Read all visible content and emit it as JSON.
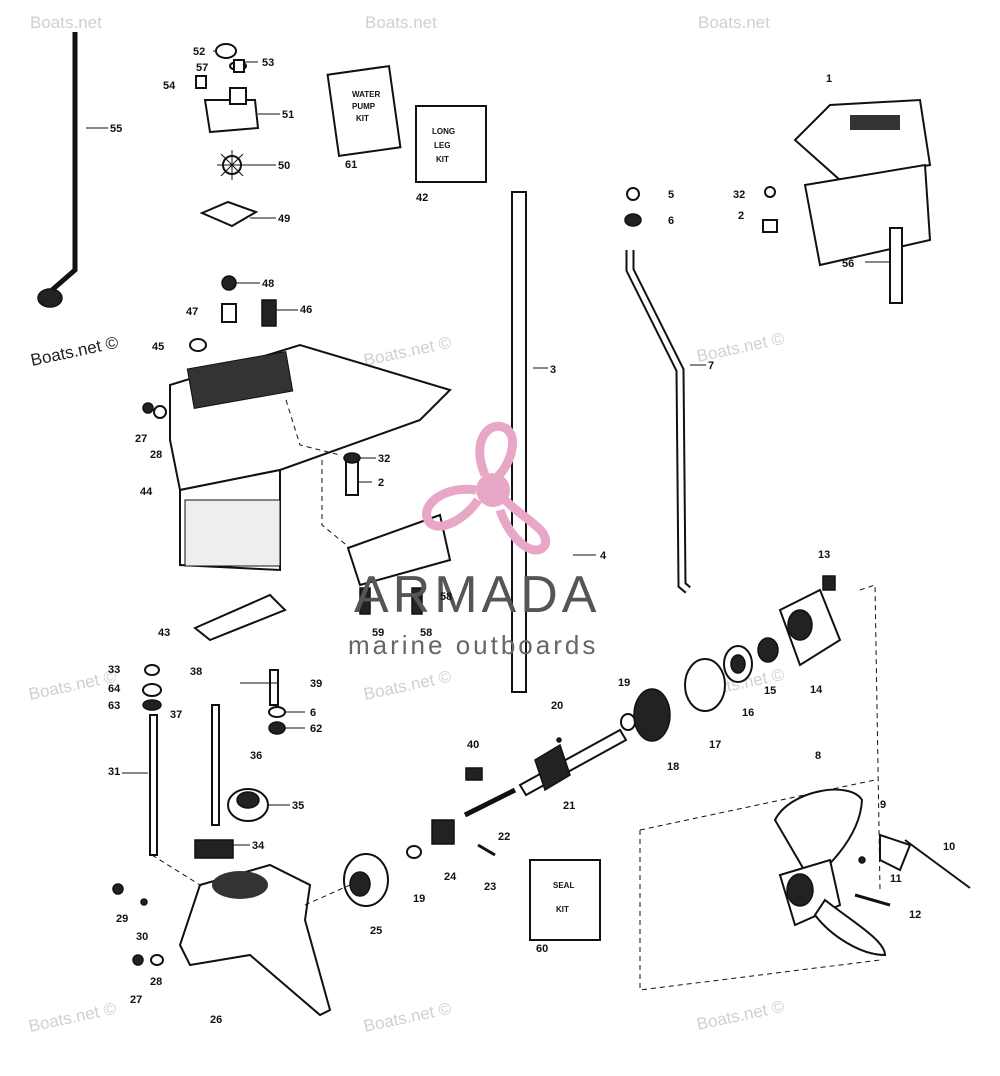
{
  "watermarks": [
    "Boats.net",
    "Boats.net",
    "Boats.net",
    "Boats.net ©",
    "Boats.net ©",
    "Boats.net ©",
    "Boats.net ©",
    "Boats.net ©",
    "Boats.net ©",
    "Boats.net ©",
    "Boats.net ©",
    "Boats.net ©"
  ],
  "logo": {
    "name": "ARMADA",
    "tagline": "marine outboards",
    "accent_color": "#e8a7c6"
  },
  "kits": {
    "water_pump": [
      "WATER",
      "PUMP",
      "KIT"
    ],
    "long_leg": [
      "LONG",
      "LEG",
      "KIT"
    ],
    "seal": [
      "SEAL",
      "KIT"
    ]
  },
  "callouts": [
    {
      "n": "52"
    },
    {
      "n": "57"
    },
    {
      "n": "53"
    },
    {
      "n": "54"
    },
    {
      "n": "51"
    },
    {
      "n": "50"
    },
    {
      "n": "49"
    },
    {
      "n": "48"
    },
    {
      "n": "47"
    },
    {
      "n": "46"
    },
    {
      "n": "45"
    },
    {
      "n": "55"
    },
    {
      "n": "61"
    },
    {
      "n": "42"
    },
    {
      "n": "1"
    },
    {
      "n": "32"
    },
    {
      "n": "2"
    },
    {
      "n": "5"
    },
    {
      "n": "6"
    },
    {
      "n": "56"
    },
    {
      "n": "3"
    },
    {
      "n": "7"
    },
    {
      "n": "27"
    },
    {
      "n": "28"
    },
    {
      "n": "44"
    },
    {
      "n": "32"
    },
    {
      "n": "2"
    },
    {
      "n": "4"
    },
    {
      "n": "58"
    },
    {
      "n": "59"
    },
    {
      "n": "58"
    },
    {
      "n": "43"
    },
    {
      "n": "13"
    },
    {
      "n": "33"
    },
    {
      "n": "38"
    },
    {
      "n": "64"
    },
    {
      "n": "63"
    },
    {
      "n": "37"
    },
    {
      "n": "39"
    },
    {
      "n": "6"
    },
    {
      "n": "62"
    },
    {
      "n": "19"
    },
    {
      "n": "14"
    },
    {
      "n": "15"
    },
    {
      "n": "16"
    },
    {
      "n": "17"
    },
    {
      "n": "20"
    },
    {
      "n": "18"
    },
    {
      "n": "40"
    },
    {
      "n": "31"
    },
    {
      "n": "36"
    },
    {
      "n": "21"
    },
    {
      "n": "35"
    },
    {
      "n": "8"
    },
    {
      "n": "22"
    },
    {
      "n": "34"
    },
    {
      "n": "9"
    },
    {
      "n": "10"
    },
    {
      "n": "24"
    },
    {
      "n": "19"
    },
    {
      "n": "23"
    },
    {
      "n": "11"
    },
    {
      "n": "29"
    },
    {
      "n": "25"
    },
    {
      "n": "60"
    },
    {
      "n": "12"
    },
    {
      "n": "30"
    },
    {
      "n": "28"
    },
    {
      "n": "27"
    },
    {
      "n": "26"
    }
  ]
}
